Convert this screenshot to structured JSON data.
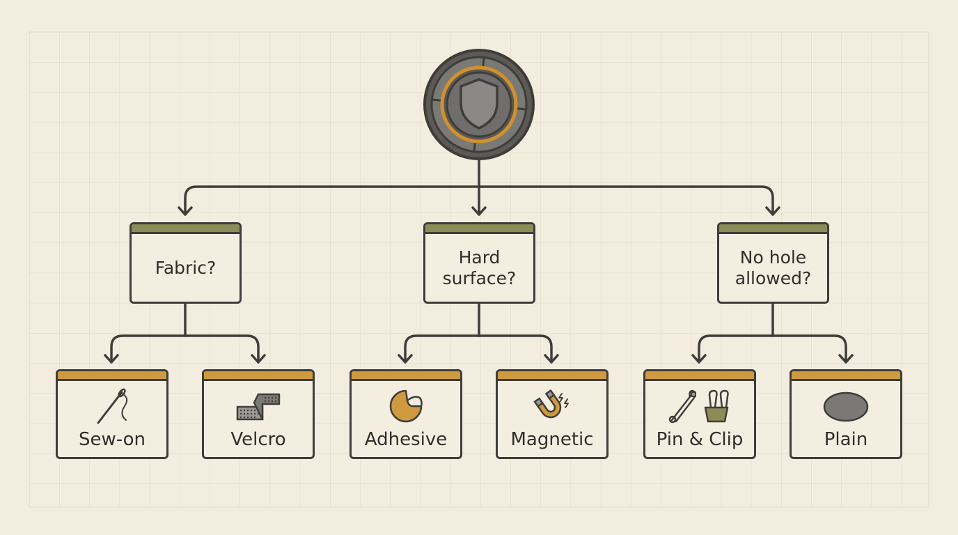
{
  "diagram": {
    "root": {
      "icon": "shield-badge-icon"
    },
    "questions": [
      {
        "label": "Fabric?"
      },
      {
        "label": "Hard\nsurface?"
      },
      {
        "label": "No hole\nallowed?"
      }
    ],
    "leaves": [
      {
        "label": "Sew-on",
        "icon": "needle-thread-icon"
      },
      {
        "label": "Velcro",
        "icon": "velcro-strips-icon"
      },
      {
        "label": "Adhesive",
        "icon": "sticker-icon"
      },
      {
        "label": "Magnetic",
        "icon": "magnet-icon"
      },
      {
        "label": "Pin & Clip",
        "icon": "safety-pin-clip-icon"
      },
      {
        "label": "Plain",
        "icon": "plain-oval-icon"
      }
    ],
    "colors": {
      "background": "#f3ede0",
      "grid": "#e2dbc9",
      "stroke": "#3e3d39",
      "question_bar": "#8d8c58",
      "leaf_bar": "#cf9a3f",
      "accent_orange": "#d1922c",
      "badge_gray": "#6f6e6c"
    }
  }
}
